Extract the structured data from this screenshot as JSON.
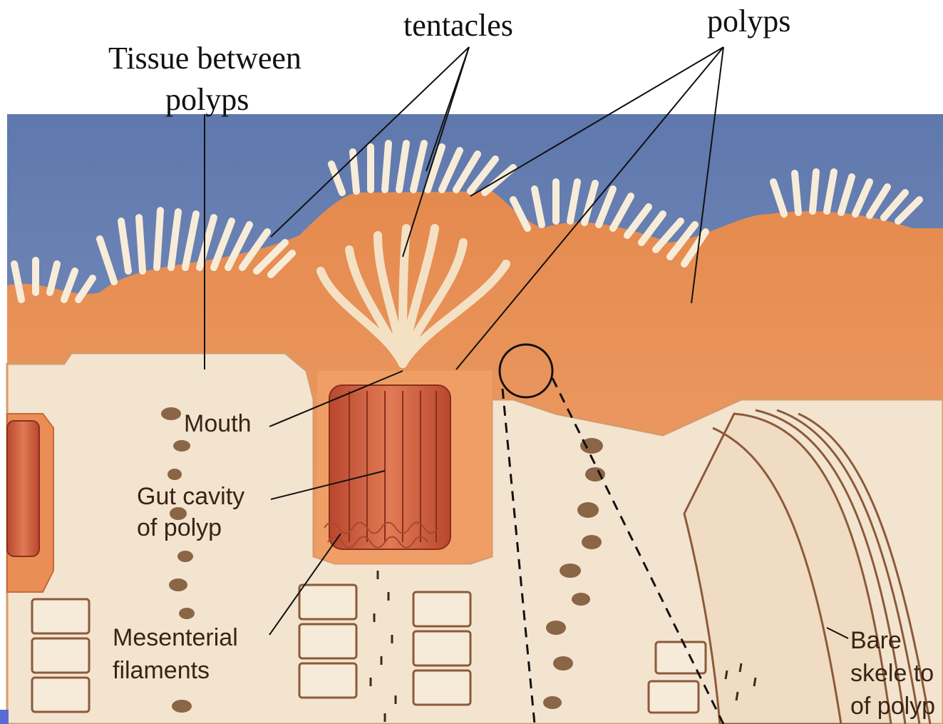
{
  "labels": {
    "tissue_between_line1": "Tissue between",
    "tissue_between_line2": "polyps",
    "tentacles": "tentacles",
    "polyps": "polyps",
    "mouth": "Mouth",
    "gut_line1": "Gut cavity",
    "gut_line2": "of polyp",
    "mesenterial_line1": "Mesenterial",
    "mesenterial_line2": "filaments",
    "bare_line1": "Bare",
    "bare_line2": "skele to",
    "bare_line3": "of polyp"
  },
  "colors": {
    "sea": "#6f83b3",
    "tissue": "#e9925a",
    "tissue_dark": "#c86a3a",
    "skeleton": "#f2e2cc",
    "gut": "#c8553a",
    "tentacle": "#f7ecd8"
  }
}
